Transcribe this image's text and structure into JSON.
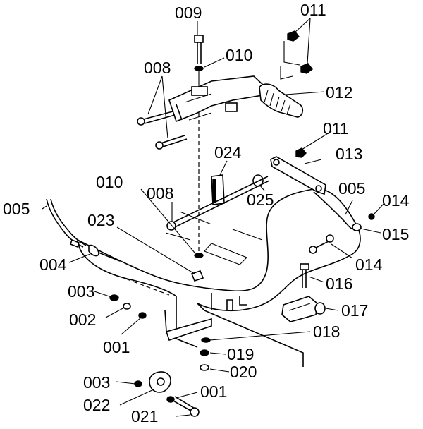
{
  "callouts": {
    "c009": "009",
    "c011_top": "011",
    "c010_top": "010",
    "c008_top": "008",
    "c012": "012",
    "c011_mid": "011",
    "c024": "024",
    "c013": "013",
    "c010_mid": "010",
    "c008_mid": "008",
    "c025": "025",
    "c005_right": "005",
    "c014_top": "014",
    "c005_left": "005",
    "c023": "023",
    "c015": "015",
    "c014_bottom": "014",
    "c004": "004",
    "c016": "016",
    "c003_top": "003",
    "c017": "017",
    "c002": "002",
    "c018": "018",
    "c001_mid": "001",
    "c019": "019",
    "c020": "020",
    "c003_bottom": "003",
    "c001_bottom": "001",
    "c022": "022",
    "c021": "021"
  }
}
